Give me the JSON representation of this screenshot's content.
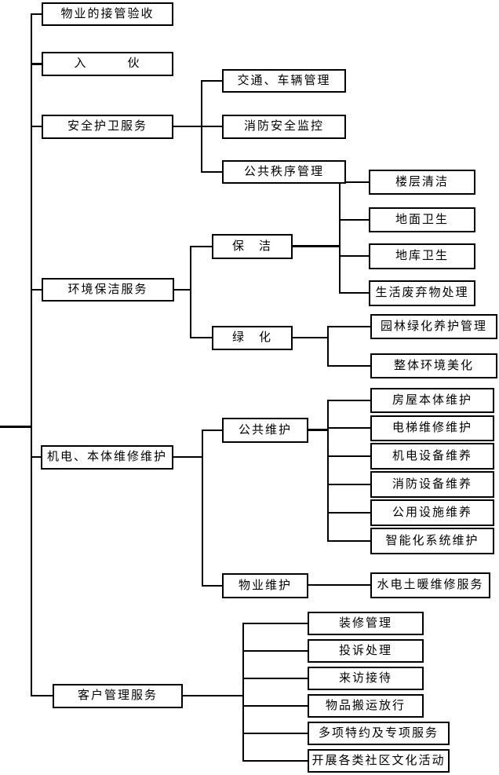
{
  "diagram_type": "tree-flowchart",
  "colors": {
    "background": "#ffffff",
    "line": "#000000",
    "box_border": "#000000",
    "text": "#000000"
  },
  "nodes": {
    "handover": {
      "label": "物业的接管验收"
    },
    "move_in": {
      "label": "入　　　伙"
    },
    "security": {
      "label": "安全护卫服务"
    },
    "traffic": {
      "label": "交通、车辆管理"
    },
    "fire_monitor": {
      "label": "消防安全监控"
    },
    "public_order": {
      "label": "公共秩序管理"
    },
    "cleaning_service": {
      "label": "环境保洁服务"
    },
    "cleaning": {
      "label": "保　洁"
    },
    "greening": {
      "label": "绿　化"
    },
    "floor_clean": {
      "label": "楼层清洁"
    },
    "ground_hygiene": {
      "label": "地面卫生"
    },
    "basement_hygiene": {
      "label": "地库卫生"
    },
    "waste": {
      "label": "生活废弃物处理"
    },
    "garden": {
      "label": "园林绿化养护管理"
    },
    "beautify": {
      "label": "整体环境美化"
    },
    "mech_service": {
      "label": "机电、本体维修维护"
    },
    "public_maint": {
      "label": "公共维护"
    },
    "house_maint": {
      "label": "房屋本体维护"
    },
    "elevator": {
      "label": "电梯维修维护"
    },
    "mech_equip": {
      "label": "机电设备维养"
    },
    "fire_equip": {
      "label": "消防设备维养"
    },
    "public_facility": {
      "label": "公用设施维养"
    },
    "intelligent": {
      "label": "智能化系统维护"
    },
    "property_maint": {
      "label": "物业维护"
    },
    "water_elec": {
      "label": "水电土暖维修服务"
    },
    "customer_service": {
      "label": "客户管理服务"
    },
    "decoration": {
      "label": "装修管理"
    },
    "complaint": {
      "label": "投诉处理"
    },
    "visitor": {
      "label": "来访接待"
    },
    "goods_release": {
      "label": "物品搬运放行"
    },
    "special_service": {
      "label": "多项特约及专项服务"
    },
    "community_activity": {
      "label": "开展各类社区文化活动"
    }
  }
}
